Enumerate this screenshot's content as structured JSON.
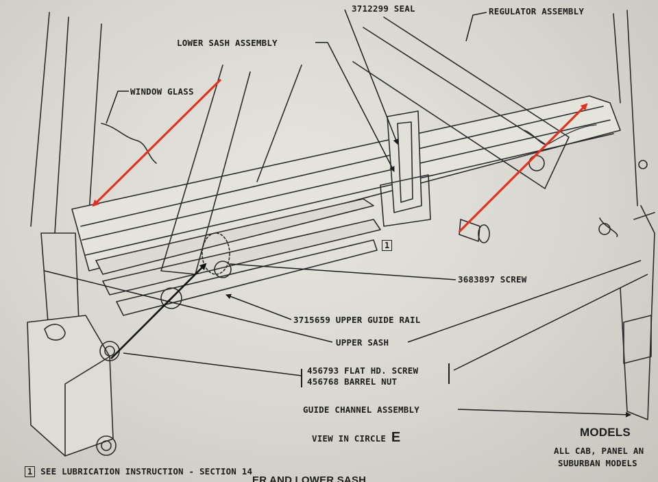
{
  "diagram": {
    "callouts": {
      "seal": "3712299 SEAL",
      "regulator": "REGULATOR ASSEMBLY",
      "lower_sash": "LOWER SASH ASSEMBLY",
      "window_glass": "WINDOW GLASS",
      "screw": "3683897 SCREW",
      "upper_guide_rail": "3715659 UPPER GUIDE RAIL",
      "upper_sash": "UPPER SASH",
      "flat_hd_screw": "456793 FLAT HD. SCREW",
      "barrel_nut": "456768 BARREL NUT",
      "guide_channel": "GUIDE CHANNEL ASSEMBLY"
    },
    "view_label": "VIEW IN CIRCLE",
    "view_letter": "E",
    "models_heading": "MODELS",
    "models_line1": "ALL CAB, PANEL AN",
    "models_line2": "SUBURBAN MODELS",
    "lubrication_box": "1",
    "lubrication_text": "SEE LUBRICATION INSTRUCTION - SECTION 14",
    "detail_box": "1",
    "bottom_partial": "ER AND LOWER SASH",
    "annotation_colors": {
      "red_arrow": "#e2311d",
      "black_arrow": "#111111",
      "ink": "#1c1c1c"
    }
  }
}
